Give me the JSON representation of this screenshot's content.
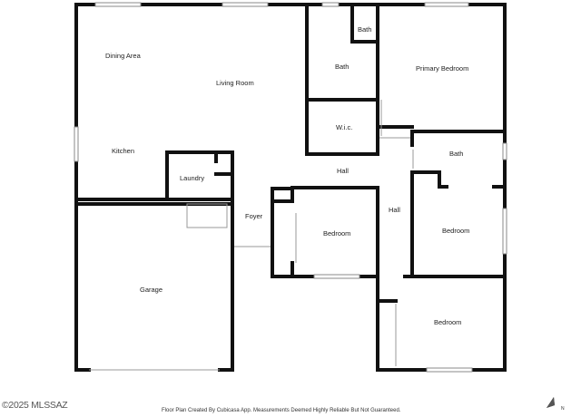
{
  "rooms": {
    "dining_area": "Dining Area",
    "living_room": "Living Room",
    "kitchen": "Kitchen",
    "laundry": "Laundry",
    "foyer": "Foyer",
    "garage": "Garage",
    "bath_1": "Bath",
    "bath_2": "Bath",
    "bath_3": "Bath",
    "primary_bedroom": "Primary Bedroom",
    "wic": "W.i.c.",
    "hall_1": "Hall",
    "hall_2": "Hall",
    "bedroom_1": "Bedroom",
    "bedroom_2": "Bedroom",
    "bedroom_3": "Bedroom"
  },
  "footer": {
    "copyright": "©2025 MLSSAZ",
    "disclaimer": "Floor Plan Created By Cubicasa App. Measurements Deemed Highly Reliable But Not Guaranteed."
  },
  "compass": {
    "label": "N"
  }
}
